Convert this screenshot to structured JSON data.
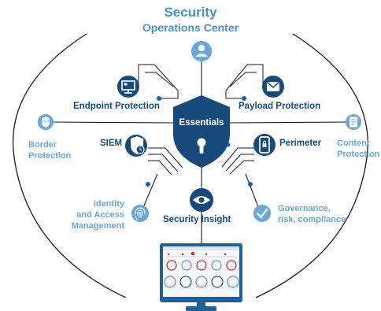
{
  "title": {
    "line1": "Security",
    "line2": "Operations Center"
  },
  "center": {
    "label": "Essentials",
    "icon": "keyhole-icon"
  },
  "nodes": {
    "endpoint": {
      "label": "Endpoint Protection",
      "icon": "monitor-icon"
    },
    "payload": {
      "label": "Payload Protection",
      "icon": "envelope-icon"
    },
    "siem": {
      "label": "SIEM",
      "icon": "shield-clock-icon"
    },
    "perimeter": {
      "label": "Perimeter",
      "icon": "phone-lock-icon"
    },
    "insight": {
      "label": "Security Insight",
      "icon": "eye-icon"
    },
    "border": {
      "line1": "Border",
      "line2": "Protection",
      "icon": "shield-icon"
    },
    "content": {
      "line1": "Content",
      "line2": "Protection",
      "icon": "document-icon"
    },
    "identity": {
      "line1": "Identity",
      "line2": "and Access",
      "line3": "Management",
      "icon": "fingerprint-icon"
    },
    "governance": {
      "line1": "Governance,",
      "line2": "risk, compliance",
      "icon": "checkmark-icon"
    },
    "user": {
      "icon": "user-icon"
    }
  },
  "colors": {
    "dark_blue": "#164a7a",
    "light_blue": "#6aa6d8",
    "title_blue": "#4a90c8",
    "line_gray": "#1c1c1c",
    "accent_red": "#c62828"
  }
}
